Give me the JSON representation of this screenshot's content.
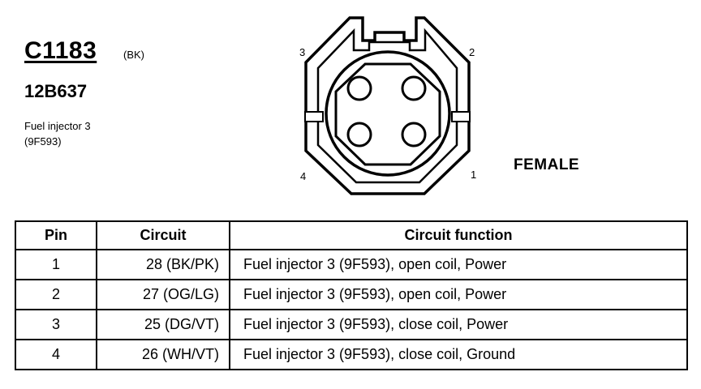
{
  "connector": {
    "id": "C1183",
    "color": "(BK)",
    "part_number": "12B637",
    "description_line1": "Fuel injector 3",
    "description_line2": "(9F593)",
    "gender": "FEMALE",
    "pin_labels": [
      "1",
      "2",
      "3",
      "4"
    ]
  },
  "table": {
    "headers": {
      "pin": "Pin",
      "circuit": "Circuit",
      "function": "Circuit function"
    },
    "rows": [
      {
        "pin": "1",
        "circuit": "28 (BK/PK)",
        "function": "Fuel injector 3 (9F593), open coil, Power"
      },
      {
        "pin": "2",
        "circuit": "27 (OG/LG)",
        "function": "Fuel injector 3 (9F593), open coil, Power"
      },
      {
        "pin": "3",
        "circuit": "25 (DG/VT)",
        "function": "Fuel injector 3 (9F593), close coil, Power"
      },
      {
        "pin": "4",
        "circuit": "26 (WH/VT)",
        "function": "Fuel injector 3 (9F593), close coil, Ground"
      }
    ]
  }
}
